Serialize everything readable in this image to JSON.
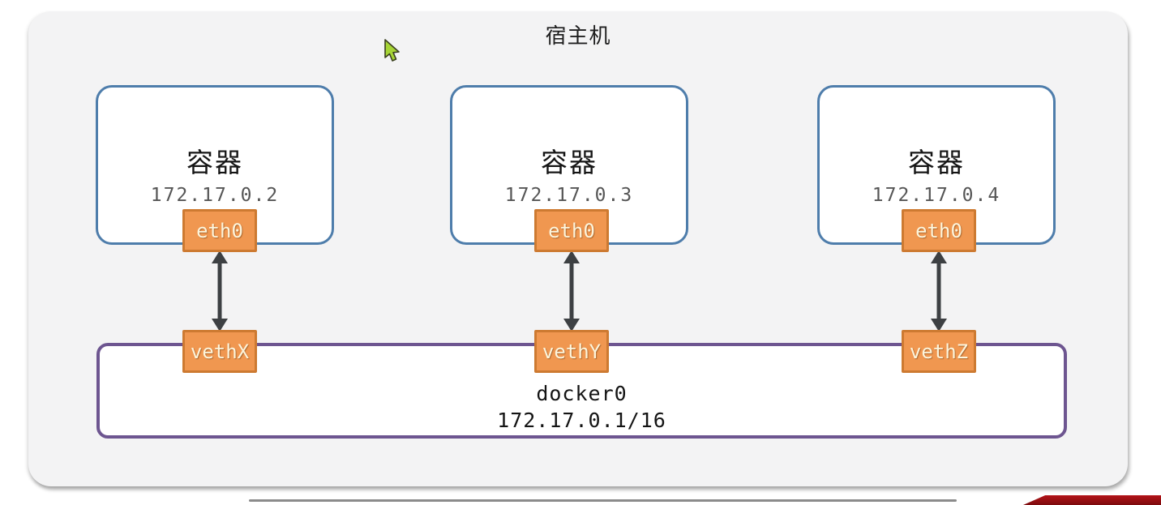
{
  "diagram": {
    "title": "宿主机",
    "containers": [
      {
        "label": "容器",
        "ip": "172.17.0.2",
        "eth_label": "eth0",
        "veth_label": "vethX"
      },
      {
        "label": "容器",
        "ip": "172.17.0.3",
        "eth_label": "eth0",
        "veth_label": "vethY"
      },
      {
        "label": "容器",
        "ip": "172.17.0.4",
        "eth_label": "eth0",
        "veth_label": "vethZ"
      }
    ],
    "bridge": {
      "name": "docker0",
      "cidr": "172.17.0.1/16"
    },
    "colors": {
      "host_fill": "#f3f3f4",
      "container_border": "#4e7dab",
      "bridge_border": "#6d5590",
      "interface_fill": "#f09750",
      "interface_border": "#cd7a31",
      "arrow": "#3d4043",
      "cursor": "#a6d435",
      "banner_red": "#8e0e11"
    }
  }
}
